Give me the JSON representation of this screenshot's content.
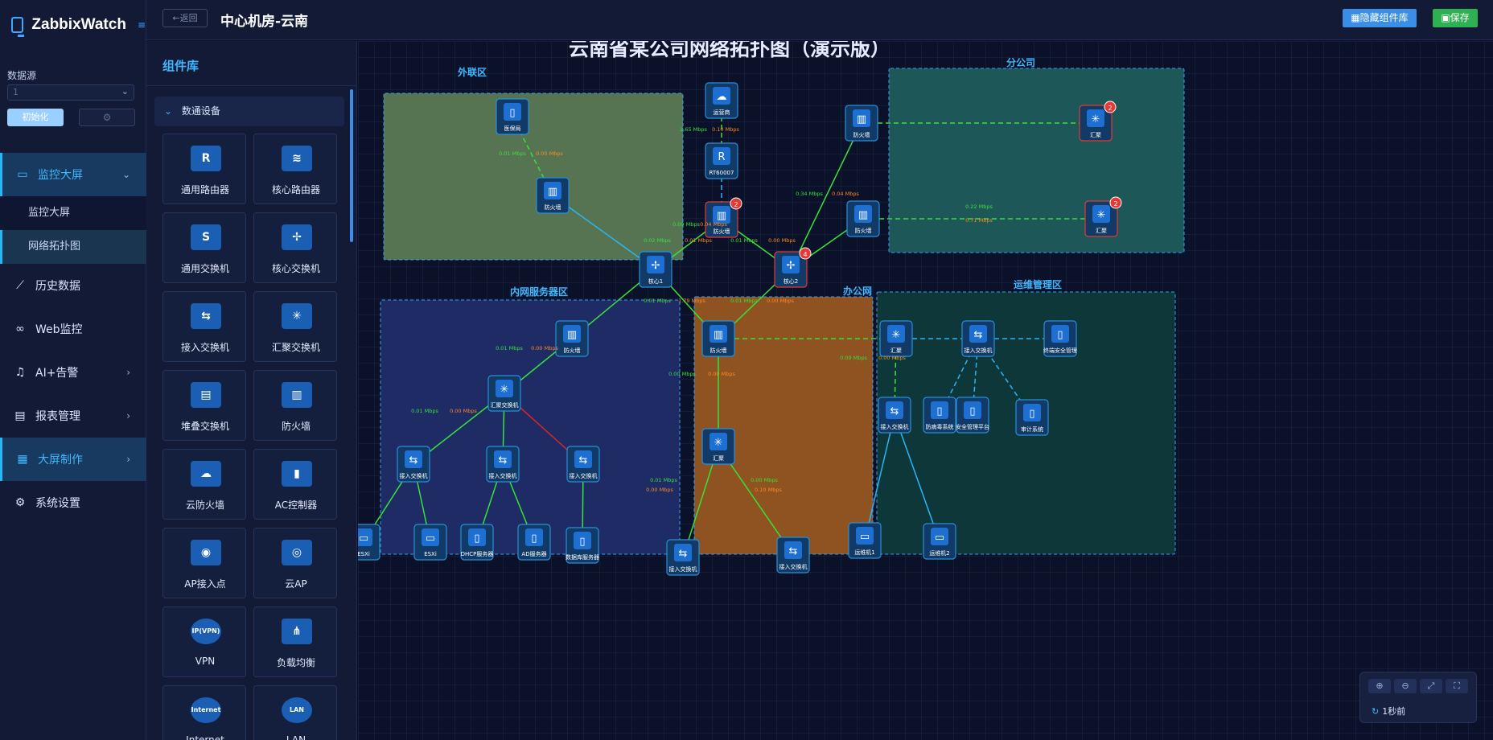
{
  "app": {
    "name": "ZabbixWatch",
    "collapse_glyph": "≡"
  },
  "datasource": {
    "label": "数据源",
    "value": "1",
    "init_button": "初始化",
    "settings_icon": "gear-icon"
  },
  "menu": {
    "items": [
      {
        "label": "监控大屏",
        "icon": "monitor-icon",
        "active": true,
        "expanded": true
      },
      {
        "label": "历史数据",
        "icon": "chart-icon"
      },
      {
        "label": "Web监控",
        "icon": "link-icon"
      },
      {
        "label": "AI+告警",
        "icon": "bell-icon",
        "has_children": true
      },
      {
        "label": "报表管理",
        "icon": "report-icon",
        "has_children": true
      },
      {
        "label": "大屏制作",
        "icon": "grid-icon",
        "active": true,
        "has_children": true
      },
      {
        "label": "系统设置",
        "icon": "gear-icon"
      }
    ],
    "sub_items": [
      {
        "label": "监控大屏"
      },
      {
        "label": "网络拓扑图",
        "active": true
      }
    ]
  },
  "header": {
    "back_label": "←返回",
    "title": "中心机房-云南",
    "hide_library_label": "▦隐藏组件库",
    "save_label": "▣保存"
  },
  "library": {
    "title": "组件库",
    "group_label": "数通设备",
    "components": [
      {
        "label": "通用路由器",
        "glyph": "R"
      },
      {
        "label": "核心路由器",
        "glyph": "≋"
      },
      {
        "label": "通用交换机",
        "glyph": "S"
      },
      {
        "label": "核心交换机",
        "glyph": "✢"
      },
      {
        "label": "接入交换机",
        "glyph": "⇆"
      },
      {
        "label": "汇聚交换机",
        "glyph": "✳"
      },
      {
        "label": "堆叠交换机",
        "glyph": "▤"
      },
      {
        "label": "防火墙",
        "glyph": "▥"
      },
      {
        "label": "云防火墙",
        "glyph": "☁"
      },
      {
        "label": "AC控制器",
        "glyph": "▮"
      },
      {
        "label": "AP接入点",
        "glyph": "◉"
      },
      {
        "label": "云AP",
        "glyph": "◎"
      },
      {
        "label": "VPN",
        "glyph": "IP(VPN)"
      },
      {
        "label": "负载均衡",
        "glyph": "⋔"
      },
      {
        "label": "Internet",
        "glyph": "Internet"
      },
      {
        "label": "LAN",
        "glyph": "LAN"
      }
    ]
  },
  "topology": {
    "title": "云南省某公司网络拓扑图（演示版）",
    "zones": [
      {
        "label": "外联区",
        "fill": "#5a7a55",
        "stroke": "#39a9ff"
      },
      {
        "label": "分公司",
        "fill": "#1f5b5a",
        "stroke": "#39a9ff"
      },
      {
        "label": "内网服务器区",
        "fill": "#1f2d69",
        "stroke": "#39a9ff"
      },
      {
        "label": "办公网",
        "fill": "#955720",
        "stroke": "#39a9ff"
      },
      {
        "label": "运维管理区",
        "fill": "#0f3a3a",
        "stroke": "#39a9ff"
      }
    ],
    "nodes": {
      "external_office": "医保局",
      "external_fw": "防火墙",
      "isp": "运营商",
      "router": "RT60007",
      "core_fw": "防火墙",
      "core1": "核心1",
      "core2": "核心2",
      "branch_fw1": "防火墙",
      "branch_hub1": "汇聚",
      "branch_fw2": "防火墙",
      "branch_hub2": "汇聚",
      "srv_fw": "防火墙",
      "srv_agg": "汇聚交换机",
      "srv_acc1": "接入交换机",
      "srv_acc2": "接入交换机",
      "srv_acc3": "接入交换机",
      "esxi1": "ESXi",
      "esxi2": "ESXi",
      "dhcp": "DHCP服务器",
      "ad": "AD服务器",
      "db": "数据库服务器",
      "office_fw": "防火墙",
      "office_hub": "汇聚",
      "office_acc1": "接入交换机",
      "office_acc2": "接入交换机",
      "ops_hub": "汇聚",
      "ops_acc": "接入交换机",
      "ops_terminal": "终端安全管理",
      "ops_acc2": "接入交换机",
      "ops_av": "防病毒系统",
      "ops_sec": "安全管理平台",
      "ops_audit": "审计系统",
      "ops_pc1": "运维机1",
      "ops_pc2": "运维机2"
    },
    "badges": {
      "core_fw": "2",
      "core2": "4",
      "branch_hub1": "2",
      "branch_hub2": "2"
    },
    "rates": {
      "isp_up": "2.65 Mbps",
      "isp_down": "0.10 Mbps",
      "ext_up": "0.01 Mbps",
      "ext_down": "0.00 Mbps",
      "c1_up": "0.02 Mbps",
      "c1_down": "0.01 Mbps",
      "c2_up": "0.01 Mbps",
      "c2_down": "0.00 Mbps",
      "br1_up": "0.34 Mbps",
      "br1_down": "0.04 Mbps",
      "br2_up": "0.22 Mbps",
      "br2_down": "0.71 Mbps",
      "srv_up": "0.09 Mbps",
      "srv_down": "0.04 Mbps",
      "off_up": "0.01 Mbps",
      "off_down": "1.79 Mbps",
      "off2_up": "0.01 Mbps",
      "off2_down": "0.00 Mbps",
      "srvfw_up": "0.01 Mbps",
      "srvfw_down": "0.00 Mbps",
      "agg_up": "0.01 Mbps",
      "agg_down": "0.00 Mbps",
      "offhub_up": "0.00 Mbps",
      "offhub_down": "0.00 Mbps",
      "offacc1_up": "0.01 Mbps",
      "offacc1_down": "0.00 Mbps",
      "offacc2_up": "0.00 Mbps",
      "offacc2_down": "0.10 Mbps",
      "ops_up": "0.09 Mbps",
      "ops_down": "0.00 Mbps"
    },
    "colors": {
      "link_green": "#37e23a",
      "link_cyan": "#29b6f6",
      "link_red": "#e02424",
      "rate_up": "#37e23a",
      "rate_down": "#ff8a1f",
      "alarm": "#e53935"
    }
  },
  "zoom": {
    "buttons": [
      "⊕",
      "⊖",
      "⤢",
      "⛶"
    ],
    "refresh_icon": "refresh-icon",
    "refresh_label": "1秒前"
  }
}
